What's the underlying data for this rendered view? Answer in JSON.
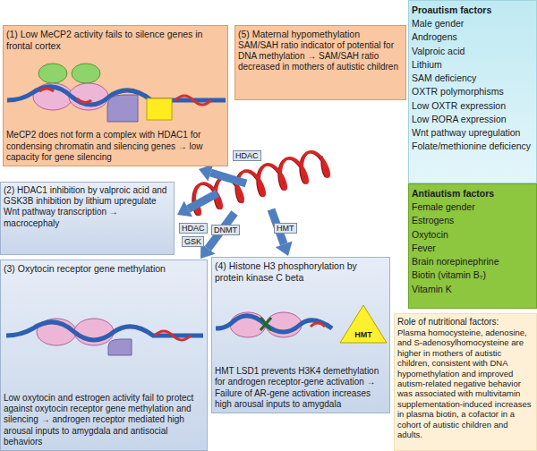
{
  "diagram": {
    "nodes": [
      {
        "text": [
          "(1) Low MeCP2 activity fails to silence genes in frontal cortex",
          "MeCP2 does not form a complex with HDAC1 for condensing chromatin and silencing genes → low capacity for gene silencing"
        ]
      },
      {
        "text": [
          "(5) Maternal hypomethylation",
          "SAM/SAH ratio indicator of potential for DNA methylation → SAM/SAH ratio decreased in mothers of autistic children"
        ]
      },
      {
        "text": [
          "Proautism factors",
          "Male gender",
          "Androgens",
          "Valproic acid",
          "Lithium",
          "SAM deficiency",
          "OXTR polymorphisms",
          "Low OXTR expression",
          "Low RORA expression",
          "Wnt pathway upregulation",
          "Folate/methionine deficiency"
        ]
      },
      {
        "text": [
          "Antiautism factors",
          "Female gender",
          "Estrogens",
          "Oxytocin",
          "Fever",
          "Brain norepinephrine",
          "Biotin (vitamin B₇)",
          "Vitamin K"
        ]
      },
      {
        "text": [
          "(2) HDAC1 inhibition by valproic acid and GSK3B inhibition by lithium upregulate Wnt pathway transcription → macrocephaly"
        ]
      },
      {
        "text": [
          "(3) Oxytocin receptor gene methylation",
          "Low oxytocin and estrogen activity fail to protect against oxytocin receptor gene methylation and silencing → androgen receptor mediated high arousal inputs to amygdala and antisocial behaviors"
        ]
      },
      {
        "text": [
          "(4) Histone H3 phosphorylation by protein kinase C beta",
          "HMT LSD1 prevents H3K4 demethylation for androgen receptor-gene activation → Failure of AR-gene activation increases high arousal inputs to amygdala"
        ]
      },
      {
        "text": [
          "HMT"
        ],
        "in": 6
      },
      {
        "text": [
          "Role of nutritional factors:",
          "Plasma homocysteine, adenosine, and S-adenosylhomocysteine are higher in mothers of autistic children, consistent with DNA hypomethylation and improved autism-related negative behavior was associated with multivitamin supplementation-induced increases in plasma biotin, a cofactor in a cohort of autistic children and adults."
        ]
      }
    ],
    "labels": [
      "HDAC",
      "HDAC",
      "GSK",
      "DNMT",
      "HMT"
    ]
  }
}
